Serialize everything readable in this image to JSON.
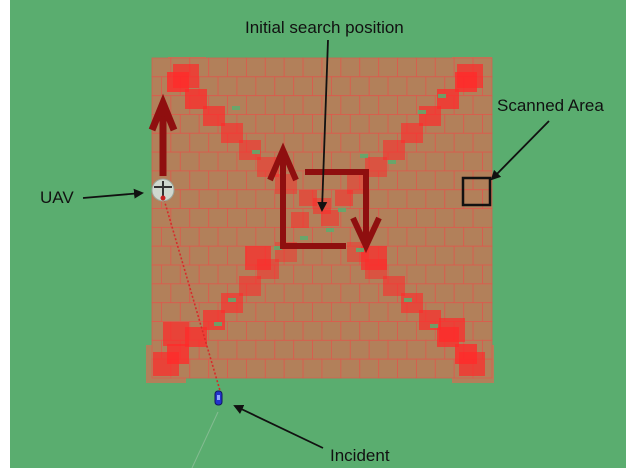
{
  "labels": {
    "initial_search": "Initial search position",
    "scanned_area": "Scanned Area",
    "uav": "UAV",
    "incident": "Incident"
  },
  "colors": {
    "ground": "#5aad6f",
    "tile": "#b2805a",
    "tile_grid": "#e0574c",
    "highlight": "#ff2a2a",
    "path_arrow": "#8f0f0f",
    "pointer": "#111111",
    "incident_marker": "#2233cc"
  },
  "icons": {
    "uav": "drone-icon",
    "incident": "incident-marker-icon"
  }
}
